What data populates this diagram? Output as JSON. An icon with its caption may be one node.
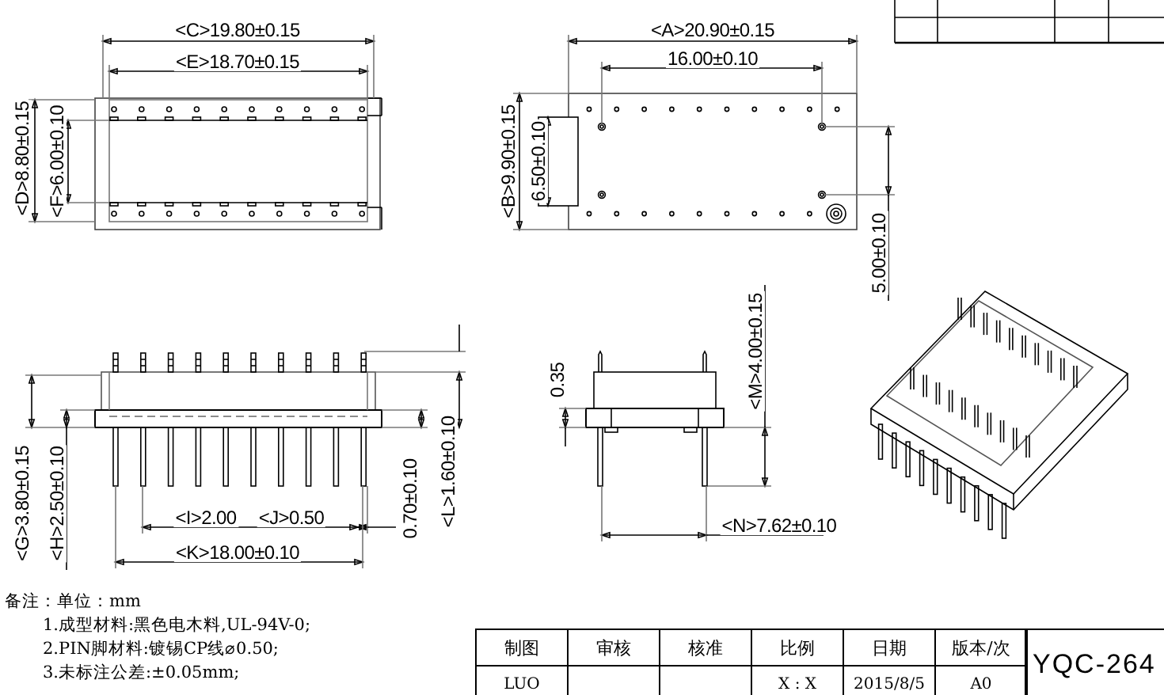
{
  "diagram": {
    "labels": [
      "<C>19.80±0.15",
      "<E>18.70±0.15",
      "<D>8.80±0.15",
      "<F>6.00±0.10",
      "<A>20.90±0.15",
      "16.00±0.10",
      "<B>9.90±0.15",
      "6.50±0.10",
      "5.00±0.10",
      "<M>4.00±0.15",
      "0.35",
      "<G>3.80±0.15",
      "<H>2.50±0.10",
      "0.70±0.10",
      "<L>1.60±0.10",
      "<I>2.00",
      "<J>0.50",
      "<K>18.00±0.10",
      "<N>7.62±0.10",
      "备注：单位：mm",
      "1.成型材料:黑色电木料,UL-94V-0;",
      "2.PIN脚材料:镀锡CP线⌀0.50;",
      "3.未标注公差:±0.05mm;",
      "制图",
      "审核",
      "核准",
      "比例",
      "日期",
      "版本/次",
      "YQC-264",
      "LUO",
      "X : X",
      "2015/8/5",
      "A0"
    ]
  }
}
